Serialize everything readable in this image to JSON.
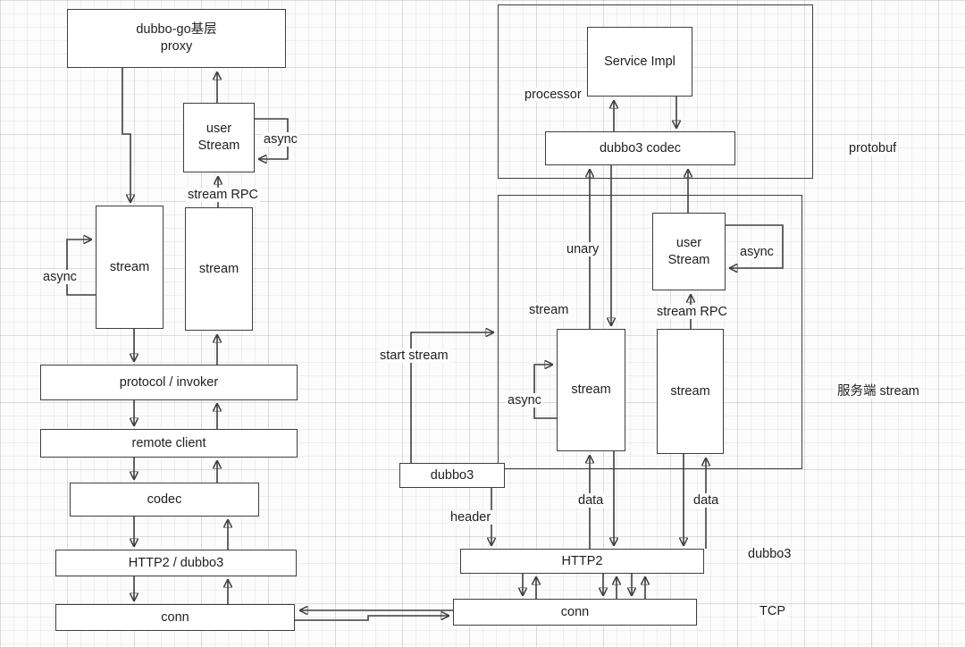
{
  "colors": {
    "line": "#3f3f3f",
    "box_fill": "#ffffff",
    "text": "#1f1f1f",
    "background": "#fcfcfc"
  },
  "client": {
    "proxy": {
      "line1": "dubbo-go基层",
      "line2": "proxy"
    },
    "user_stream": {
      "line1": "user",
      "line2": "Stream"
    },
    "user_stream_async": "async",
    "stream_rpc": "stream RPC",
    "stream_left": "stream",
    "stream_left_async": "async",
    "stream_right": "stream",
    "protocol_invoker": "protocol / invoker",
    "remote_client": "remote client",
    "codec": "codec",
    "http2": "HTTP2 / dubbo3",
    "conn": "conn"
  },
  "server": {
    "service_impl": "Service Impl",
    "processor": "processor",
    "dubbo3_codec": "dubbo3 codec",
    "protobuf": "protobuf",
    "unary": "unary",
    "stream_label": "stream",
    "user_stream": {
      "line1": "user",
      "line2": "Stream"
    },
    "user_stream_async": "async",
    "stream_rpc": "stream RPC",
    "stream_left": "stream",
    "stream_left_async": "async",
    "stream_right": "stream",
    "side_label": "服务端 stream",
    "start_stream": "start stream",
    "dubbo3": "dubbo3",
    "header": "header",
    "data_left": "data",
    "data_right": "data",
    "http2": "HTTP2",
    "dubbo3_label": "dubbo3",
    "conn": "conn",
    "tcp": "TCP"
  }
}
